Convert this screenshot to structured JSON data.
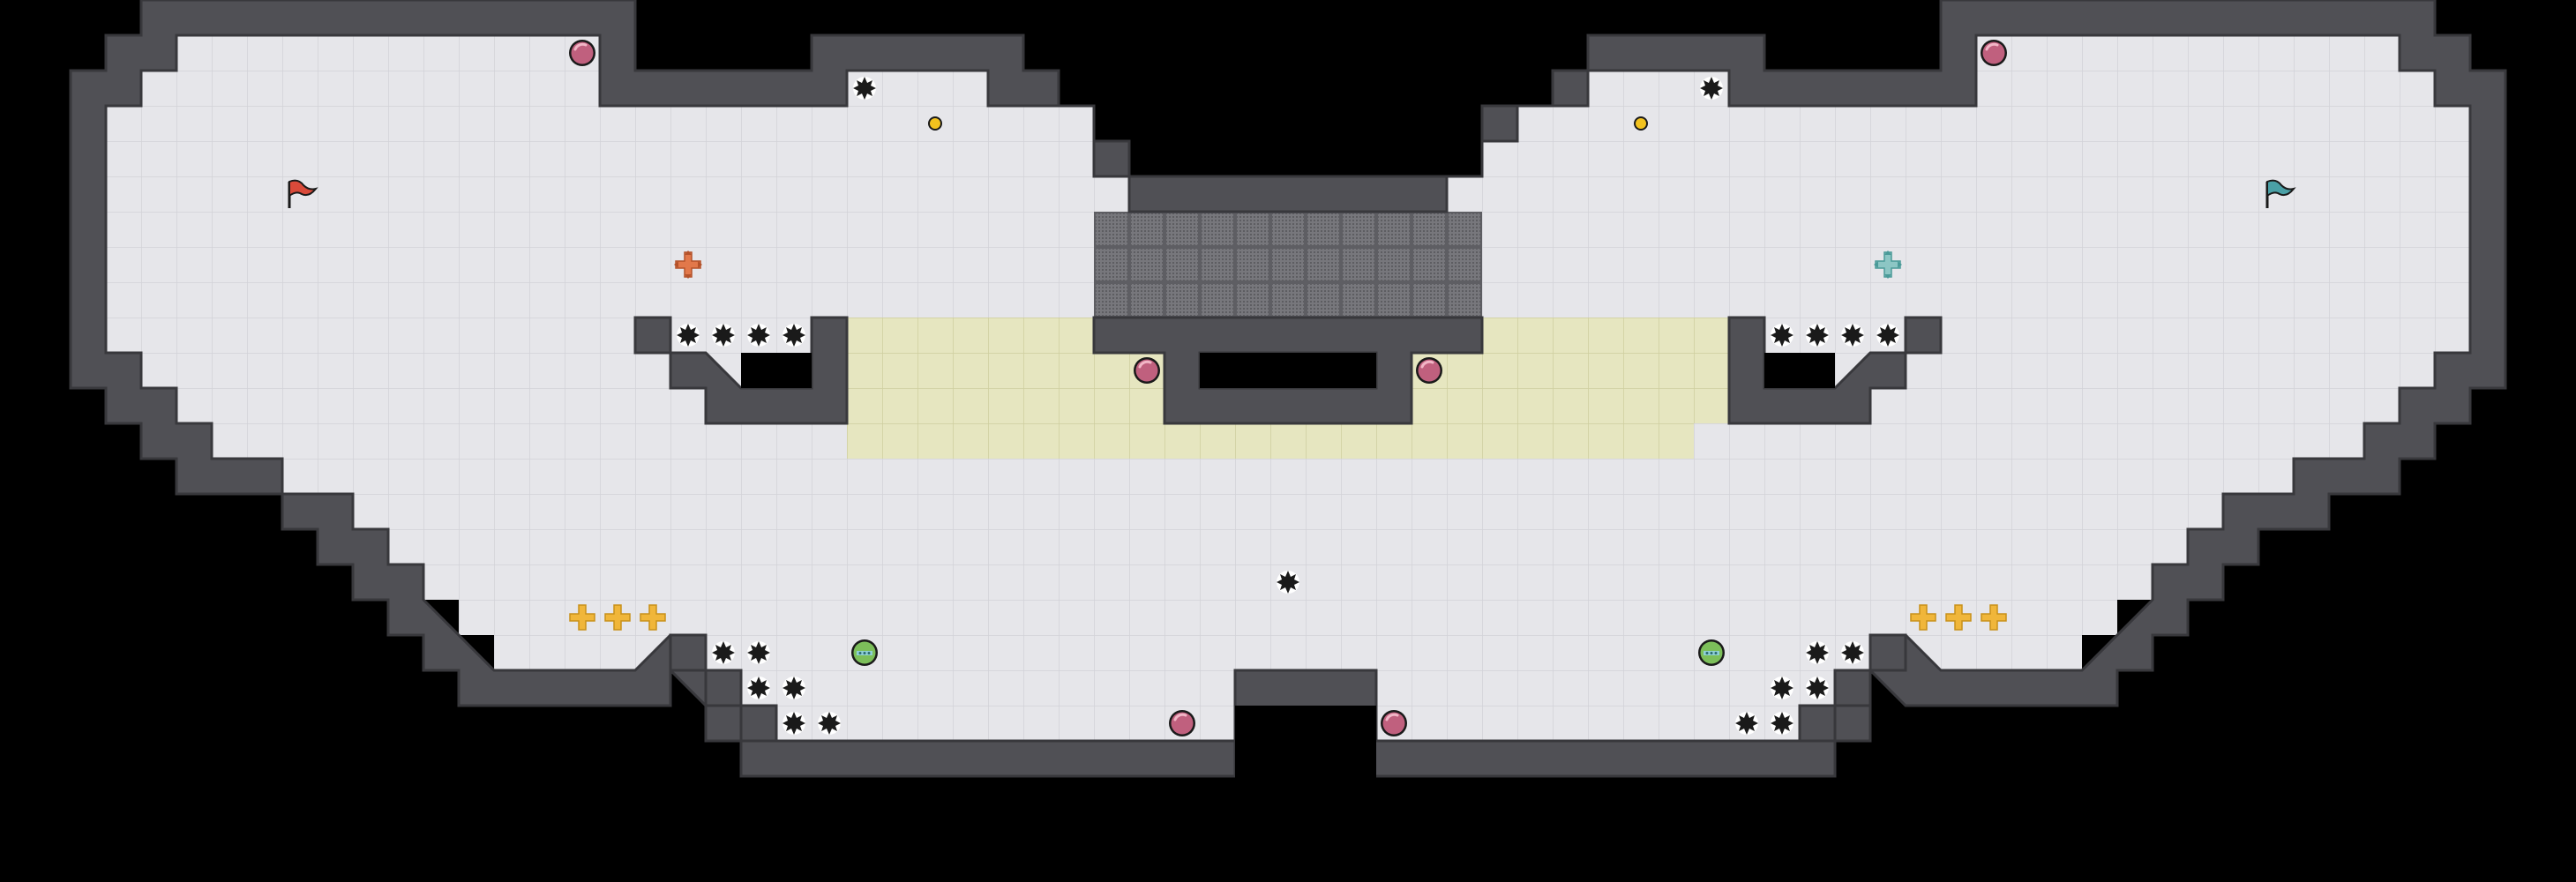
{
  "level": {
    "symmetry": "mirror-vertical-axis",
    "colors": {
      "background": "#000000",
      "floor": "#e6e6ea",
      "floor_grid": "#d2d2d8",
      "wall": "#505055",
      "wall_edge": "#38383c",
      "slow_zone": "#e6e6c0",
      "slow_zone_grid": "#cfcf9f",
      "grate": "#6b6b70",
      "grate_dot": "#4a4a4e",
      "red_team": "#d94a3a",
      "blue_team": "#4aa0a6",
      "powerup_pink": "#c0607e",
      "powerup_green": "#7cbf5a",
      "boost_gold": "#f0b63a",
      "coin_gold": "#f2c21e",
      "spike_dark": "#1a1a1a"
    },
    "objects": {
      "red_flag": {
        "icon": "red-flag-icon",
        "team": "red"
      },
      "blue_flag": {
        "icon": "blue-flag-icon",
        "team": "blue"
      },
      "red_spawn": {
        "icon": "red-team-spawn-icon",
        "team": "red"
      },
      "blue_spawn": {
        "icon": "blue-team-spawn-icon",
        "team": "blue"
      },
      "spike_icon": "spike-icon",
      "powerup_icon": "powerup-orb-icon",
      "neutral_powerup_icon": "neutral-powerup-orb-icon",
      "boost_icon": "boost-pad-icon",
      "coin_icon": "coin-icon",
      "slow_zone_icon": "slow-zone-tile",
      "grate_icon": "grate-tile"
    }
  }
}
